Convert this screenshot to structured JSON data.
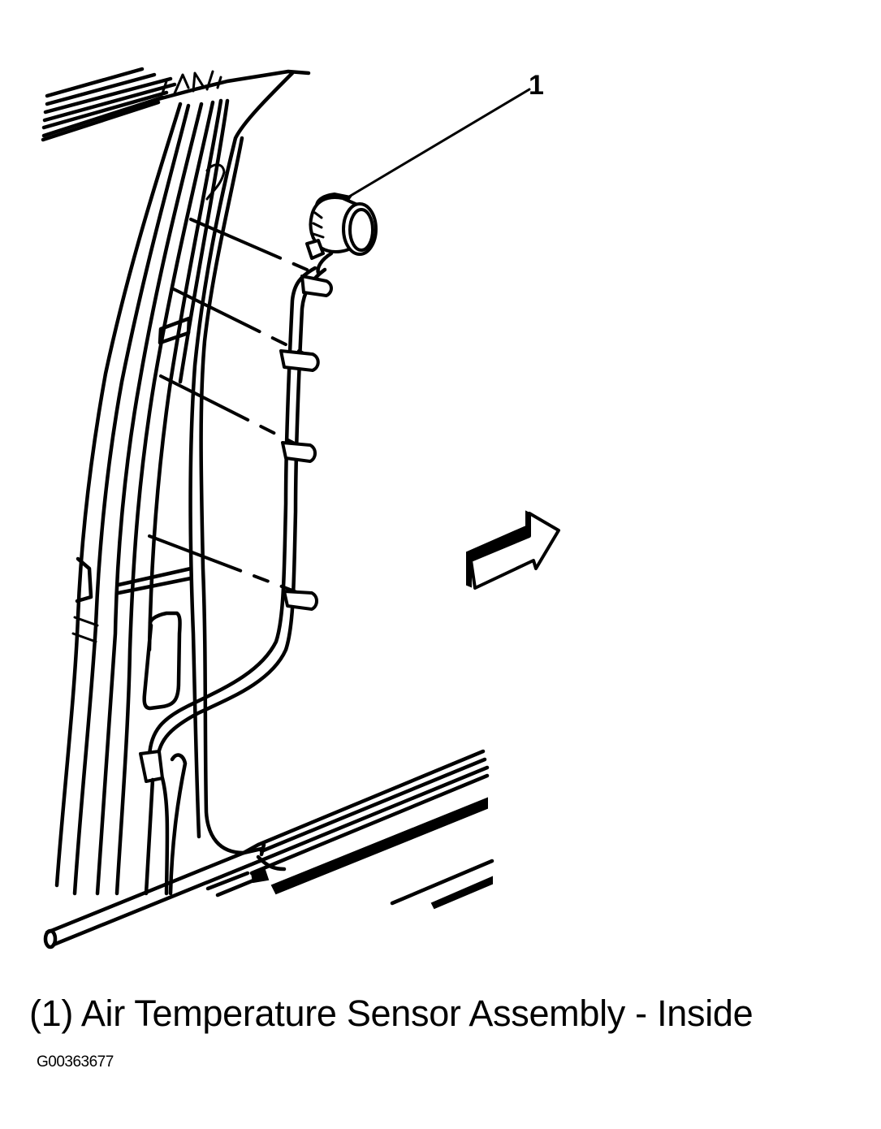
{
  "diagram": {
    "callouts": [
      {
        "number": "1",
        "target": "air-temperature-sensor"
      }
    ],
    "caption": "(1) Air Temperature Sensor Assembly - Inside",
    "figure_id": "G00363677",
    "colors": {
      "line": "#000000",
      "background": "#ffffff"
    },
    "components": [
      {
        "name": "air-temperature-sensor",
        "description": "Round sensor with connector at top of harness"
      },
      {
        "name": "wiring-harness",
        "description": "Harness routed down pillar to floor connector"
      },
      {
        "name": "harness-clips",
        "count": 4
      },
      {
        "name": "view-direction-arrow",
        "icon": "arrow-right-3d"
      }
    ]
  }
}
